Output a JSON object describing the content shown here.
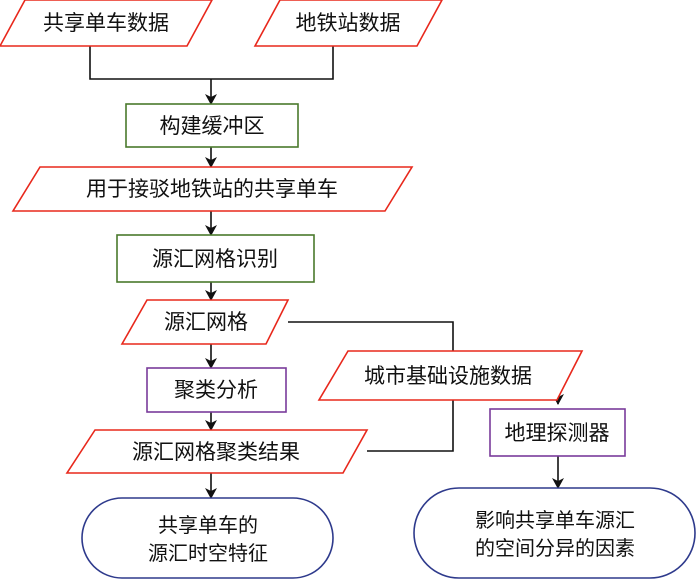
{
  "diagram": {
    "colors": {
      "data_outline": "#e8281c",
      "process_outline": "#4a7a2c",
      "analysis_outline": "#7a3b9b",
      "result_outline": "#2e3a8c",
      "connector": "#111111"
    },
    "nodes": {
      "bike_data": {
        "label": "共享单车数据"
      },
      "subway_data": {
        "label": "地铁站数据"
      },
      "buffer": {
        "label": "构建缓冲区"
      },
      "bikes_for_subway": {
        "label": "用于接驳地铁站的共享单车"
      },
      "identify_grid": {
        "label": "源汇网格识别"
      },
      "source_sink_grid": {
        "label": "源汇网格"
      },
      "cluster_analysis": {
        "label": "聚类分析"
      },
      "cluster_result": {
        "label": "源汇网格聚类结果"
      },
      "infrastructure_data": {
        "label": "城市基础设施数据"
      },
      "geodetector": {
        "label": "地理探测器"
      },
      "spatiotemporal_result": {
        "line1": "共享单车的",
        "line2": "源汇时空特征"
      },
      "factors_result": {
        "line1": "影响共享单车源汇",
        "line2": "的空间分异的因素"
      }
    }
  }
}
